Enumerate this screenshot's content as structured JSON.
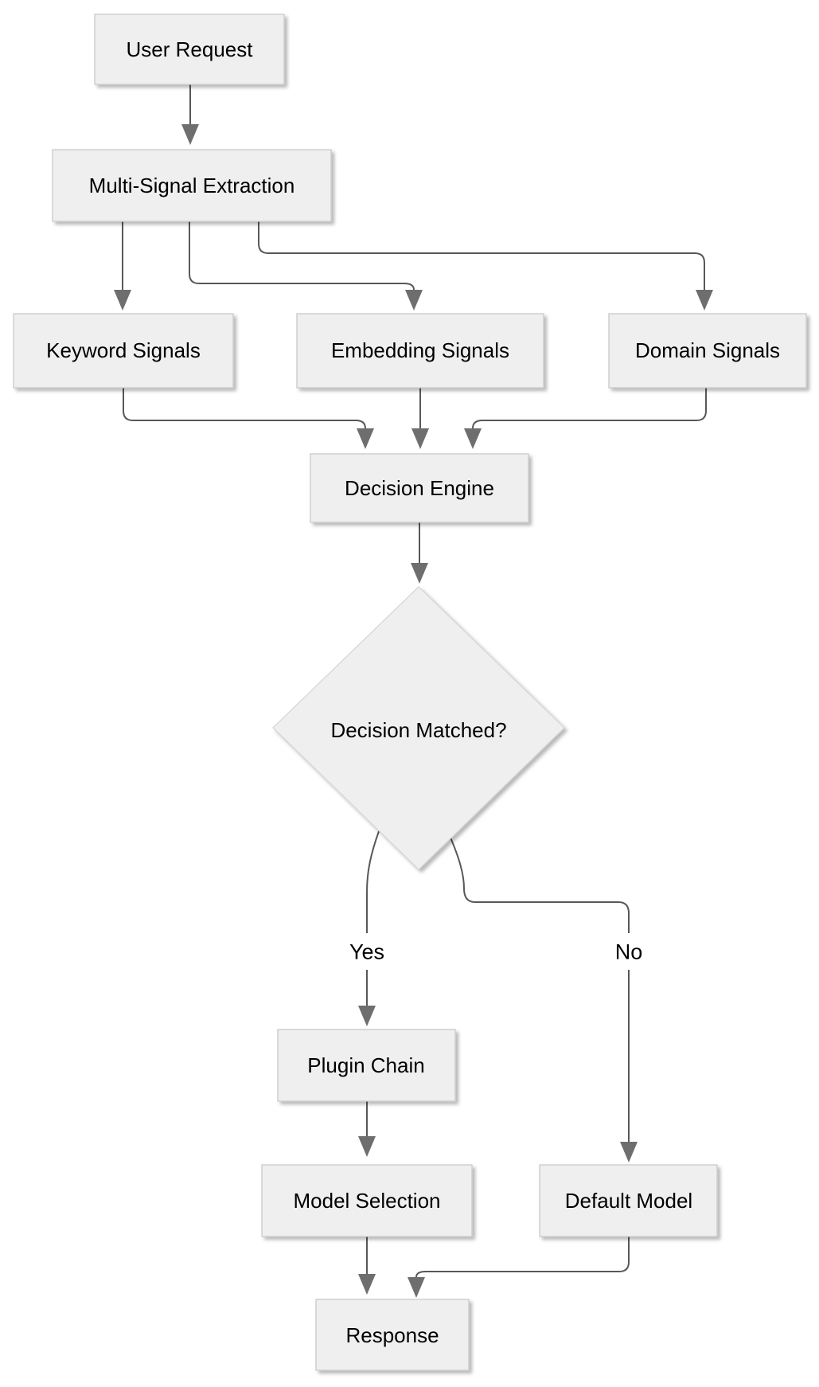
{
  "diagram": {
    "type": "flowchart",
    "orientation": "top-down",
    "colors": {
      "background": "#ffffff",
      "node_fill": "#efefef",
      "node_border": "#c6c6c6",
      "diamond_border": "#d4d4d4",
      "edge_line": "#585858",
      "arrowhead": "#6e6e6e",
      "label_text": "#000000"
    },
    "nodes": {
      "user_request": {
        "label": "User Request",
        "shape": "rectangle"
      },
      "multi_signal_extraction": {
        "label": "Multi-Signal Extraction",
        "shape": "rectangle"
      },
      "keyword_signals": {
        "label": "Keyword Signals",
        "shape": "rectangle"
      },
      "embedding_signals": {
        "label": "Embedding Signals",
        "shape": "rectangle"
      },
      "domain_signals": {
        "label": "Domain Signals",
        "shape": "rectangle"
      },
      "decision_engine": {
        "label": "Decision Engine",
        "shape": "rectangle"
      },
      "decision_matched": {
        "label": "Decision Matched?",
        "shape": "diamond"
      },
      "plugin_chain": {
        "label": "Plugin Chain",
        "shape": "rectangle"
      },
      "model_selection": {
        "label": "Model Selection",
        "shape": "rectangle"
      },
      "default_model": {
        "label": "Default Model",
        "shape": "rectangle"
      },
      "response": {
        "label": "Response",
        "shape": "rectangle"
      }
    },
    "edges": [
      {
        "from": "user_request",
        "to": "multi_signal_extraction",
        "label": ""
      },
      {
        "from": "multi_signal_extraction",
        "to": "keyword_signals",
        "label": ""
      },
      {
        "from": "multi_signal_extraction",
        "to": "embedding_signals",
        "label": ""
      },
      {
        "from": "multi_signal_extraction",
        "to": "domain_signals",
        "label": ""
      },
      {
        "from": "keyword_signals",
        "to": "decision_engine",
        "label": ""
      },
      {
        "from": "embedding_signals",
        "to": "decision_engine",
        "label": ""
      },
      {
        "from": "domain_signals",
        "to": "decision_engine",
        "label": ""
      },
      {
        "from": "decision_engine",
        "to": "decision_matched",
        "label": ""
      },
      {
        "from": "decision_matched",
        "to": "plugin_chain",
        "label": "Yes"
      },
      {
        "from": "decision_matched",
        "to": "default_model",
        "label": "No"
      },
      {
        "from": "plugin_chain",
        "to": "model_selection",
        "label": ""
      },
      {
        "from": "model_selection",
        "to": "response",
        "label": ""
      },
      {
        "from": "default_model",
        "to": "response",
        "label": ""
      }
    ]
  }
}
